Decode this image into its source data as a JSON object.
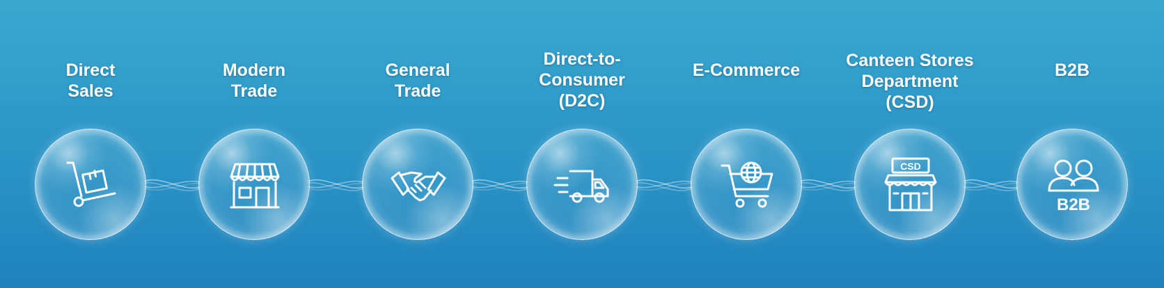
{
  "channels": [
    {
      "label": "Direct\nSales",
      "icon": "hand-truck-box-icon"
    },
    {
      "label": "Modern\nTrade",
      "icon": "storefront-awning-icon"
    },
    {
      "label": "General\nTrade",
      "icon": "handshake-icon"
    },
    {
      "label": "Direct-to-\nConsumer\n(D2C)",
      "icon": "delivery-truck-icon"
    },
    {
      "label": "E-Commerce",
      "icon": "shopping-cart-globe-icon"
    },
    {
      "label": "Canteen Stores\nDepartment\n(CSD)",
      "icon": "csd-store-icon",
      "icon_text": "CSD"
    },
    {
      "label": "B2B",
      "icon": "two-people-b2b-icon",
      "icon_text": "B2B"
    }
  ],
  "colors": {
    "background_top": "#3aa8cf",
    "background_bottom": "#1f82bd",
    "foreground": "#ffffff"
  }
}
